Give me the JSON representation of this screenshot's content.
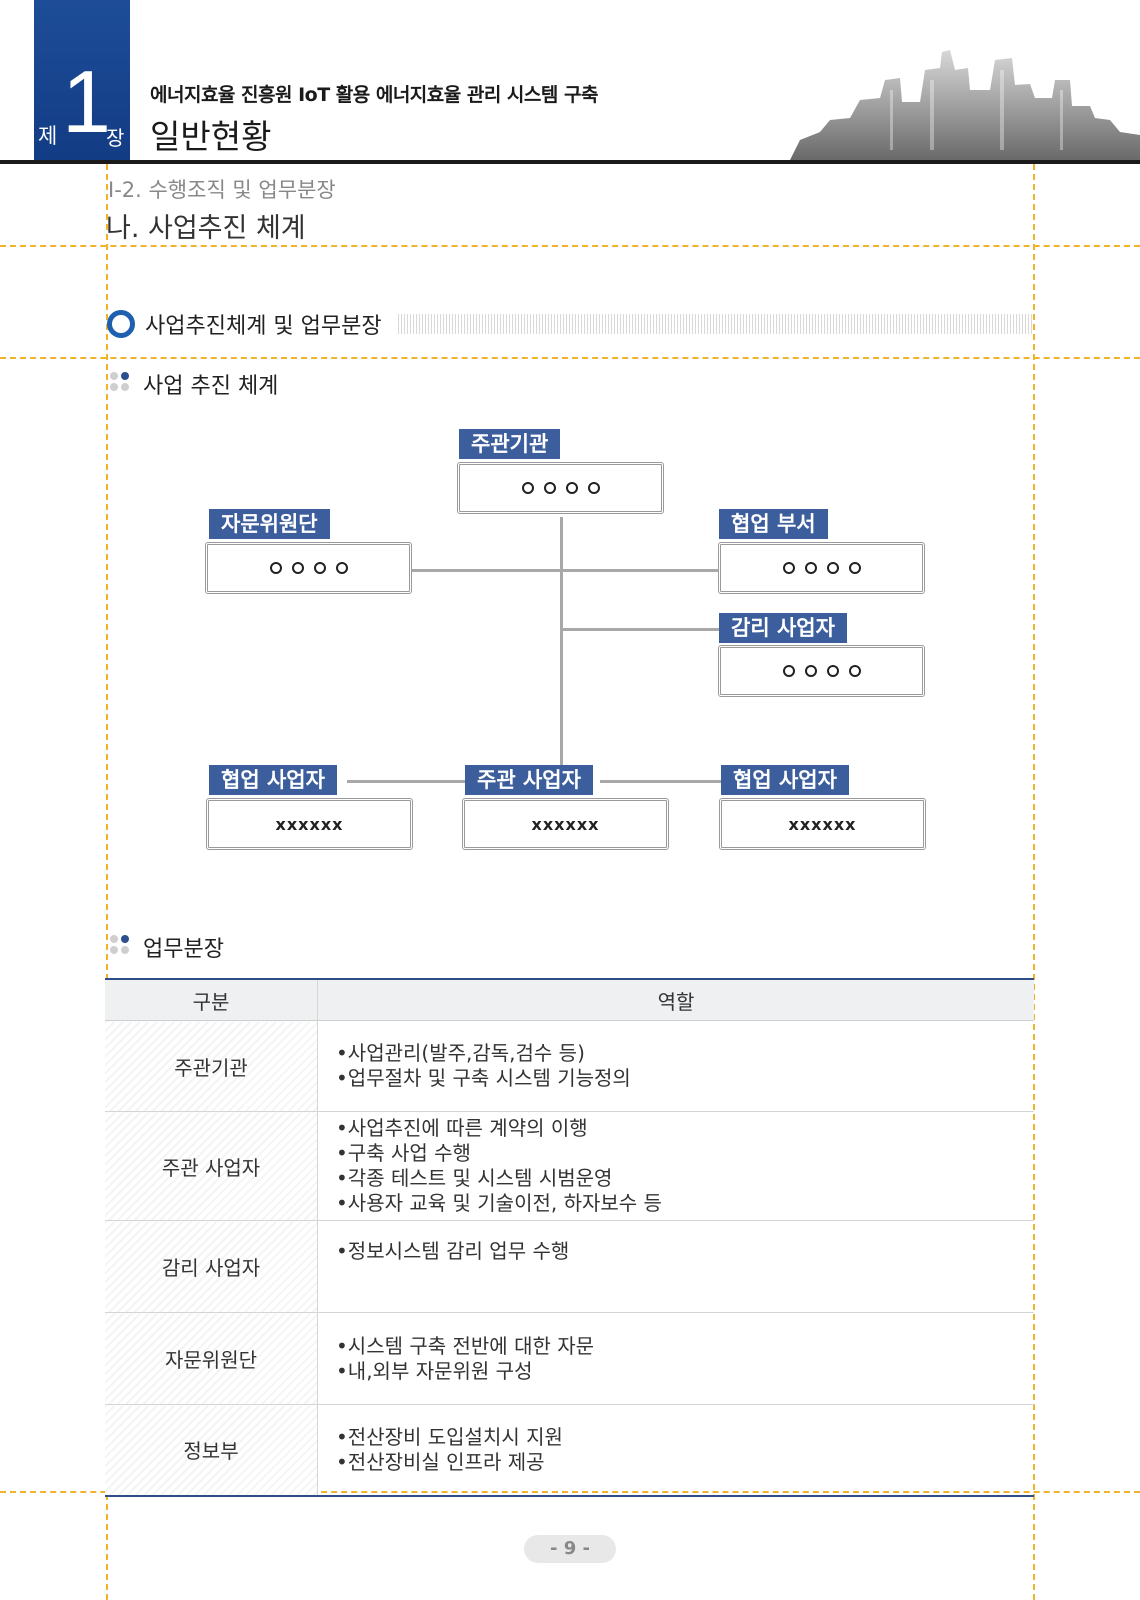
{
  "header": {
    "chapter_prefix": "제",
    "chapter_number": "1",
    "chapter_suffix": "장",
    "document_subtitle": "에너지효율 진흥원   IoT 활용 에너지효율 관리 시스템 구축",
    "chapter_title": "일반현황"
  },
  "section": {
    "subtitle": "Ⅰ-2. 수행조직 및 업무분장",
    "title": "나. 사업추진 체계"
  },
  "block_title": "사업추진체계 및 업무분장",
  "subsections": {
    "structure": "사업 추진 체계",
    "duties": "업무분장"
  },
  "org_chart": {
    "host_agency": {
      "label": "주관기관",
      "value": "○○○○"
    },
    "advisory": {
      "label": "자문위원단",
      "value": "○○○○"
    },
    "cooperating_dept": {
      "label": "협업 부서",
      "value": "○○○○"
    },
    "auditor": {
      "label": "감리 사업자",
      "value": "○○○○"
    },
    "coop_contractor_left": {
      "label": "협업 사업자",
      "value": "xxxxxx"
    },
    "main_contractor": {
      "label": "주관 사업자",
      "value": "xxxxxx"
    },
    "coop_contractor_right": {
      "label": "협업 사업자",
      "value": "xxxxxx"
    }
  },
  "duty_table": {
    "headers": [
      "구분",
      "역할"
    ],
    "rows": [
      {
        "category": "주관기관",
        "roles": [
          "•사업관리(발주,감독,검수 등)",
          "•업무절차 및 구축 시스템 기능정의"
        ]
      },
      {
        "category": "주관 사업자",
        "roles": [
          "•사업추진에 따른 계약의 이행",
          "•구축 사업 수행",
          "•각종 테스트 및 시스템 시범운영",
          "•사용자 교육 및 기술이전, 하자보수 등"
        ]
      },
      {
        "category": "감리 사업자",
        "roles": [
          "•정보시스템 감리 업무 수행"
        ]
      },
      {
        "category": "자문위원단",
        "roles": [
          "•시스템 구축 전반에 대한 자문",
          "•내,외부 자문위원 구성"
        ]
      },
      {
        "category": "정보부",
        "roles": [
          "•전산장비 도입설치시 지원",
          "•전산장비실 인프라 제공"
        ]
      }
    ]
  },
  "page_number": "- 9 -",
  "colors": {
    "chapter_blue": "#1e4d98",
    "label_blue": "#3c5e9c",
    "guide_orange": "#f0b32b"
  }
}
